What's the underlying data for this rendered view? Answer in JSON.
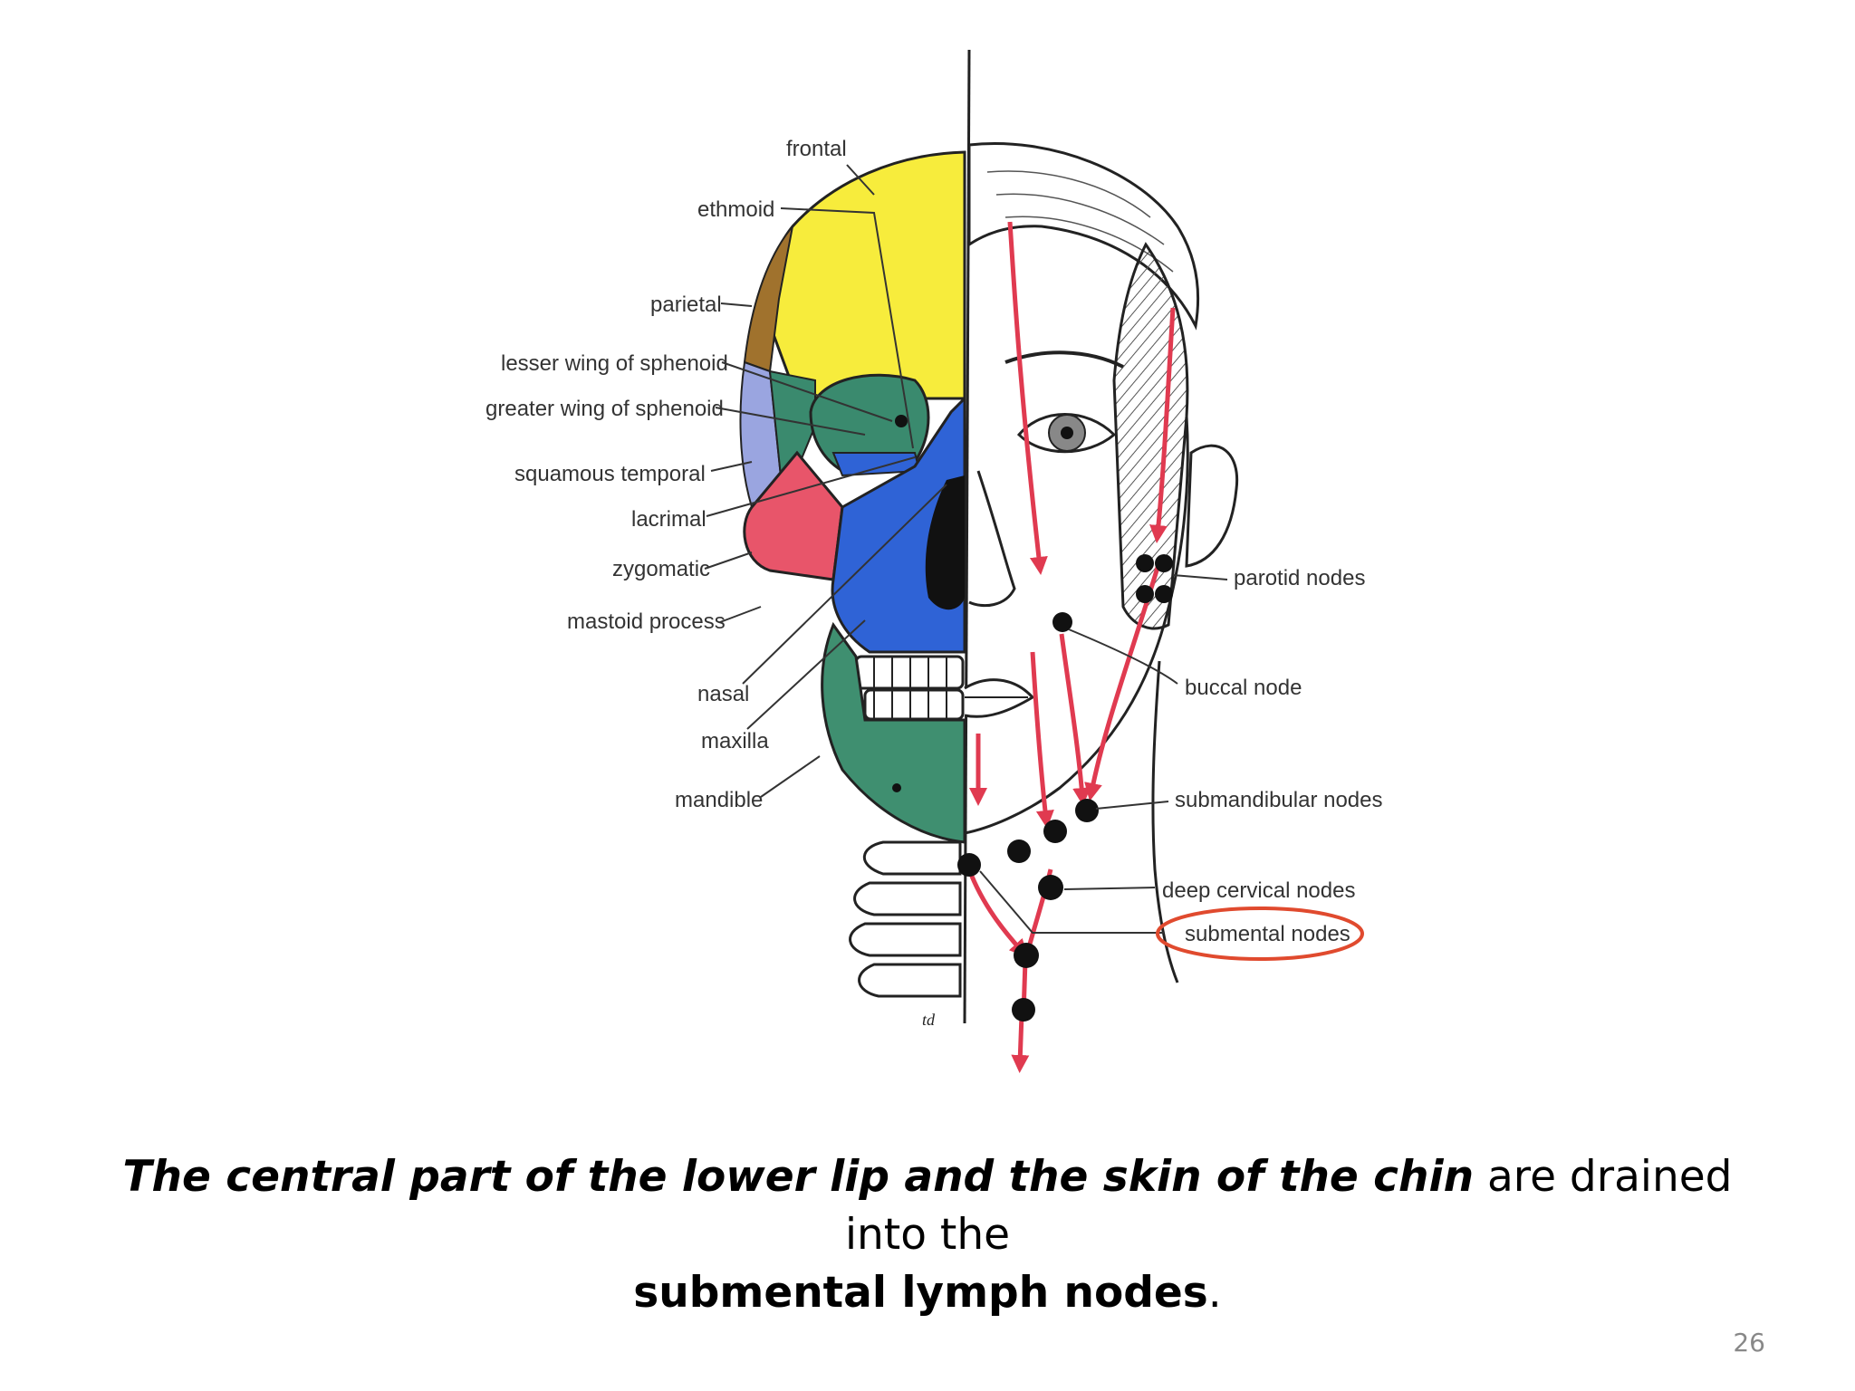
{
  "figure": {
    "skull_labels": [
      {
        "key": "frontal",
        "text": "frontal"
      },
      {
        "key": "ethmoid",
        "text": "ethmoid"
      },
      {
        "key": "parietal",
        "text": "parietal"
      },
      {
        "key": "lesser-wing-of-sphenoid",
        "text": "lesser wing of sphenoid"
      },
      {
        "key": "greater-wing-of-sphenoid",
        "text": "greater wing of sphenoid"
      },
      {
        "key": "squamous-temporal",
        "text": "squamous temporal"
      },
      {
        "key": "lacrimal",
        "text": "lacrimal"
      },
      {
        "key": "zygomatic",
        "text": "zygomatic"
      },
      {
        "key": "mastoid-process",
        "text": "mastoid process"
      },
      {
        "key": "nasal",
        "text": "nasal"
      },
      {
        "key": "maxilla",
        "text": "maxilla"
      },
      {
        "key": "mandible",
        "text": "mandible"
      }
    ],
    "node_labels": [
      {
        "key": "parotid-nodes",
        "text": "parotid nodes"
      },
      {
        "key": "buccal-node",
        "text": "buccal node"
      },
      {
        "key": "submandibular-nodes",
        "text": "submandibular nodes"
      },
      {
        "key": "deep-cervical-nodes",
        "text": "deep cervical nodes"
      },
      {
        "key": "submental-nodes",
        "text": "submental nodes"
      }
    ],
    "highlighted": "submental-nodes",
    "signature": "td",
    "colors": {
      "frontal": "#f7ec3c",
      "parietal": "#a0722d",
      "sphenoid": "#3a8a6e",
      "temporal": "#9aa5e0",
      "zygomatic": "#e8556a",
      "maxilla": "#2f63d6",
      "mandible": "#3f8f70",
      "lymph_arrow": "#e03a50",
      "highlight": "#e04a2e",
      "node": "#111111"
    }
  },
  "caption": {
    "part1": "The central part of the lower lip and the skin of the chin",
    "part2": " are drained into the ",
    "part3": "submental lymph nodes",
    "part4": "."
  },
  "page_number": "26"
}
